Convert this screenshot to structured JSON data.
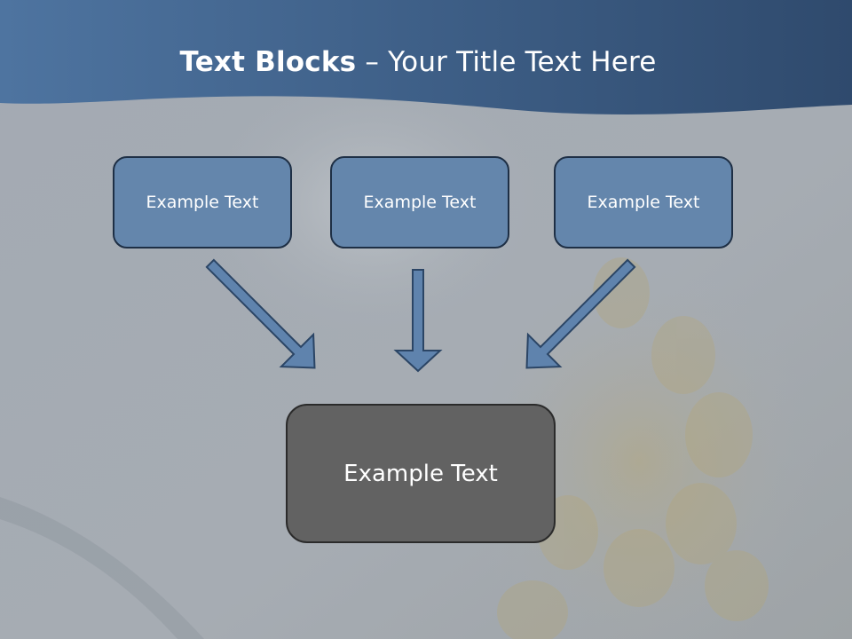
{
  "title": {
    "bold": "Text Blocks",
    "dash": " – ",
    "rest": "Your Title Text Here"
  },
  "top_boxes": [
    {
      "label": "Example Text"
    },
    {
      "label": "Example Text"
    },
    {
      "label": "Example Text"
    }
  ],
  "bottom_box": {
    "label": "Example Text"
  },
  "colors": {
    "banner": "#3b5a80",
    "top_box_fill": "#6486ac",
    "top_box_border": "#1e2f45",
    "bottom_box_fill": "#626262",
    "arrow_fill": "#5f83ad",
    "arrow_stroke": "#2b4565"
  }
}
